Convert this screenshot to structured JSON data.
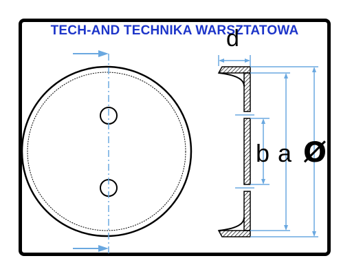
{
  "header": {
    "title": "TECH-AND TECHNIKA WARSZTATOWA"
  },
  "dimensions": {
    "d": "d",
    "b": "b",
    "a": "a",
    "diameter": "Ø"
  },
  "colors": {
    "title": "#1d35c9",
    "dimension_lines": "#6aa8e0",
    "outline": "#000000"
  }
}
